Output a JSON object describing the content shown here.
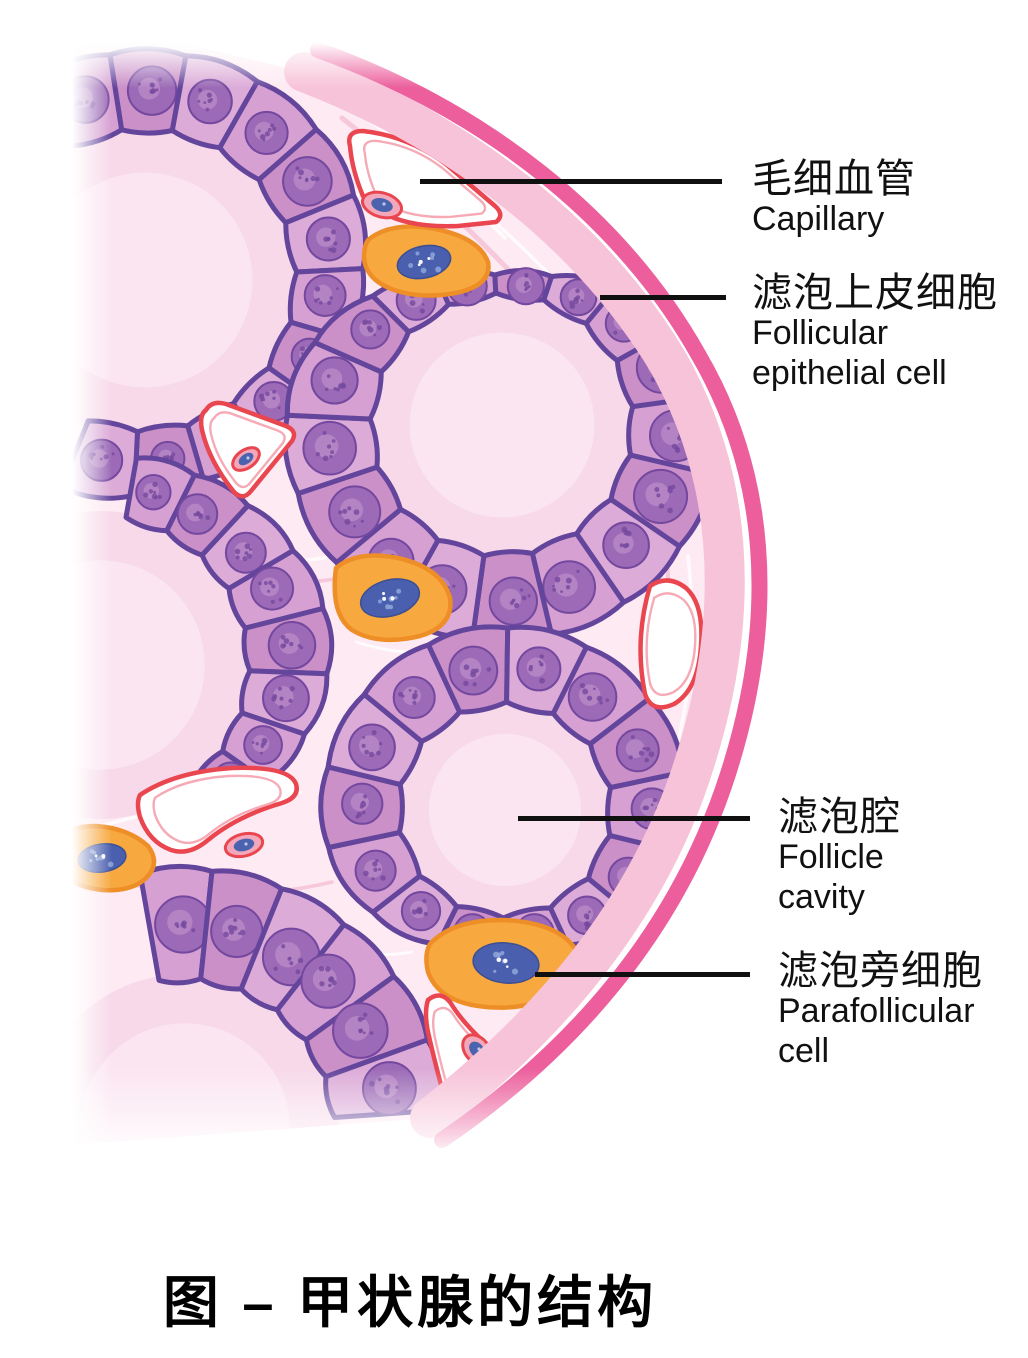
{
  "figure": {
    "title": "图 – 甲状腺的结构"
  },
  "annotations": [
    {
      "id": "capillary",
      "zh": "毛细血管",
      "en_lines": [
        "Capillary",
        ""
      ]
    },
    {
      "id": "follicular-epithelial-cell",
      "zh": "滤泡上皮细胞",
      "en_lines": [
        "Follicular",
        "epithelial cell"
      ]
    },
    {
      "id": "follicle-cavity",
      "zh": "滤泡腔",
      "en_lines": [
        "Follicle",
        "cavity"
      ]
    },
    {
      "id": "parafollicular-cell",
      "zh": "滤泡旁细胞",
      "en_lines": [
        "Parafollicular",
        "cell"
      ]
    }
  ],
  "colors": {
    "background": "#fdeaf2",
    "lumen": "#f7d9e9",
    "lumen_light": "#fce9f3",
    "cell_fill": "#d6a0d2",
    "cell_fill_alt": "#cb90c7",
    "cell_fill_light": "#dcabd8",
    "cell_outline": "#64459c",
    "nucleus": "#9c6ab6",
    "nucleus_dark": "#74489f",
    "nucleus_light": "#c998cf",
    "capsule_outer": "#ec5f9c",
    "capsule_inner": "#f7c3d8",
    "capillary_outline": "#e9464f",
    "capillary_inner_line": "#f5aab6",
    "capillary_fill": "#ffffff",
    "endothelial_fill": "#f2a8ba",
    "endothelial_nucleus": "#4b63af",
    "parafollicular_fill": "#f7a83f",
    "parafollicular_outline": "#ee8e26",
    "parafollicular_nucleus": "#4a5fae",
    "parafollicular_nucleus_speckle": "#8fa6da",
    "strand_white": "#ffffff",
    "strand_pink": "#f3bed4",
    "label_line": "#101010",
    "label_text": "#111111",
    "title_text": "#000000"
  }
}
